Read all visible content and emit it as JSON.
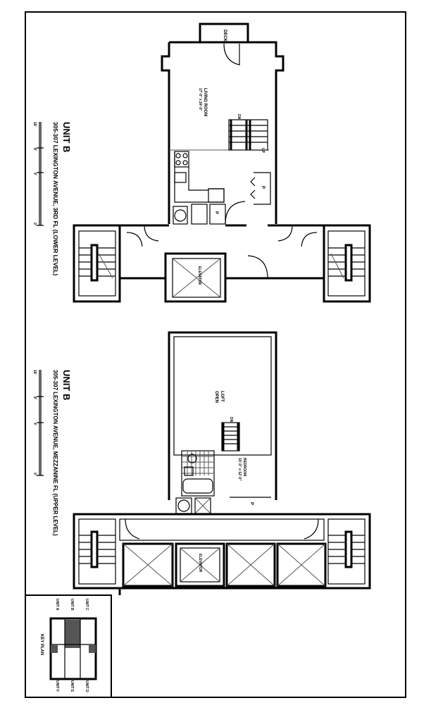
{
  "drawings": [
    {
      "unit": "UNIT B",
      "subtitle": "305-307 LEXINGTON AVENUE, 3RD FL (LOWER LEVEL)",
      "rooms": {
        "deck": "DECK",
        "living": "LIVING ROOM",
        "living_dim": "17'-0\" x 24'-0\"",
        "up": "UP",
        "dn": "DN",
        "closet1": "P",
        "closet2": "P",
        "elevator": "ELEVATOR"
      }
    },
    {
      "unit": "UNIT B",
      "subtitle": "305-307 LEXINGTON AVENUE, MEZZANINE FL (UPPER LEVEL)",
      "rooms": {
        "loft": "LOFT",
        "loft_sub": "OPEN",
        "dn": "DN",
        "bedroom": "BEDROOM",
        "bedroom_dim": "10'-0\" x 12'-0\"",
        "closet": "P",
        "elevator": "ELEVATOR"
      }
    }
  ],
  "scale": {
    "ticks": [
      "0'",
      "4'",
      "8'",
      "16'"
    ]
  },
  "key_plan": {
    "title": "KEY PLAN",
    "units": [
      "UNIT A",
      "UNIT B",
      "UNIT C",
      "UNIT F",
      "UNIT E",
      "UNIT D"
    ],
    "highlight": "UNIT B",
    "highlight_color": "#555555"
  }
}
